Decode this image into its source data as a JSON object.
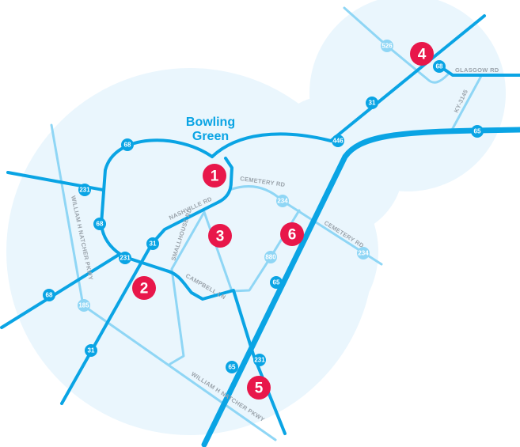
{
  "city": {
    "line1": "Bowling",
    "line2": "Green"
  },
  "road_labels": {
    "cemetery_rd_1": "CEMETERY RD",
    "cemetery_rd_2": "CEMETERY RD",
    "nashville_rd": "NASHVILLE RD",
    "smallhouse_rd": "SMALLHOUSE RD",
    "campbell_ln": "CAMPBELL LN",
    "natcher_pkwy_north": "WILLIAM H NATCHER PKWY",
    "natcher_pkwy_south": "WILLIAM H NATCHER PKWY",
    "glasgow_rd": "GLASGOW RD",
    "ky_3145": "KY-3145"
  },
  "shields": {
    "s526": "526",
    "s68_ne": "68",
    "s31_ne": "31",
    "s446": "446",
    "s65_e": "65",
    "s68_n": "68",
    "s231_w": "231",
    "s68_w": "68",
    "s231_sw": "231",
    "s68_sw": "68",
    "s31_mid": "31",
    "s185": "185",
    "s31_s": "31",
    "s234_a": "234",
    "s234_b": "234",
    "s880": "880",
    "s65_mid": "65",
    "s65_s": "65",
    "s231_s": "231"
  },
  "markers": [
    "1",
    "2",
    "3",
    "4",
    "5",
    "6"
  ],
  "colors": {
    "route": "#0aa4e4",
    "minor_route": "#8fd6f5",
    "marker": "#e8174a",
    "area": "#eaf6fd"
  }
}
